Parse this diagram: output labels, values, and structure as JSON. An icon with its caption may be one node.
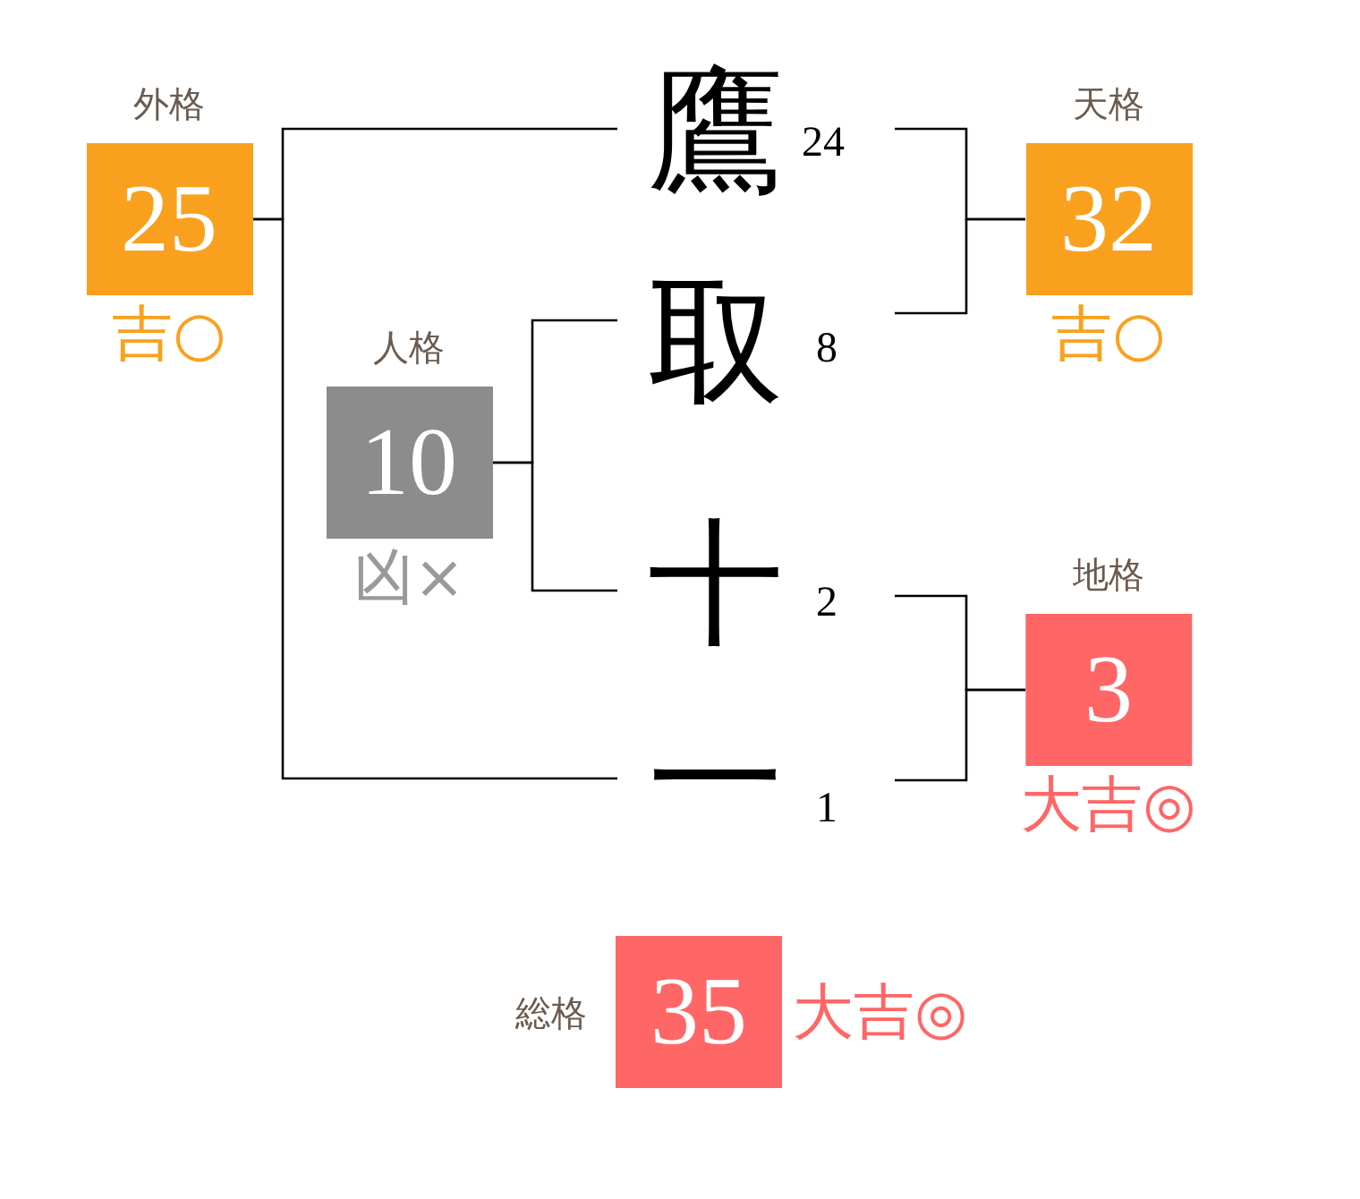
{
  "diagram": {
    "nodes": [
      {
        "text": [
          "外格",
          "25"
        ],
        "beside": [
          "吉○"
        ]
      },
      {
        "text": [
          "鷹"
        ],
        "beside": [
          "24"
        ]
      },
      {
        "text": [
          "天格",
          "32"
        ],
        "beside": [
          "吉○"
        ]
      },
      {
        "text": [
          "取"
        ],
        "beside": [
          "8"
        ]
      },
      {
        "text": [
          "人格",
          "10"
        ],
        "beside": [
          "凶×"
        ]
      },
      {
        "text": [
          "十"
        ],
        "beside": [
          "2"
        ]
      },
      {
        "text": [
          "地格",
          "3"
        ],
        "beside": [
          "大吉◎"
        ]
      },
      {
        "text": [
          "一"
        ],
        "beside": [
          "1"
        ]
      },
      {
        "text": [
          "総格",
          "35"
        ],
        "beside": [
          "大吉◎"
        ]
      }
    ],
    "edges": [
      {
        "from": 1,
        "to": 0,
        "arrow": "none"
      },
      {
        "from": 7,
        "to": 0,
        "arrow": "none"
      },
      {
        "from": 1,
        "to": 2,
        "arrow": "none"
      },
      {
        "from": 3,
        "to": 2,
        "arrow": "none"
      },
      {
        "from": 3,
        "to": 4,
        "arrow": "none"
      },
      {
        "from": 5,
        "to": 4,
        "arrow": "none"
      },
      {
        "from": 5,
        "to": 6,
        "arrow": "none"
      },
      {
        "from": 7,
        "to": 6,
        "arrow": "none"
      }
    ]
  }
}
